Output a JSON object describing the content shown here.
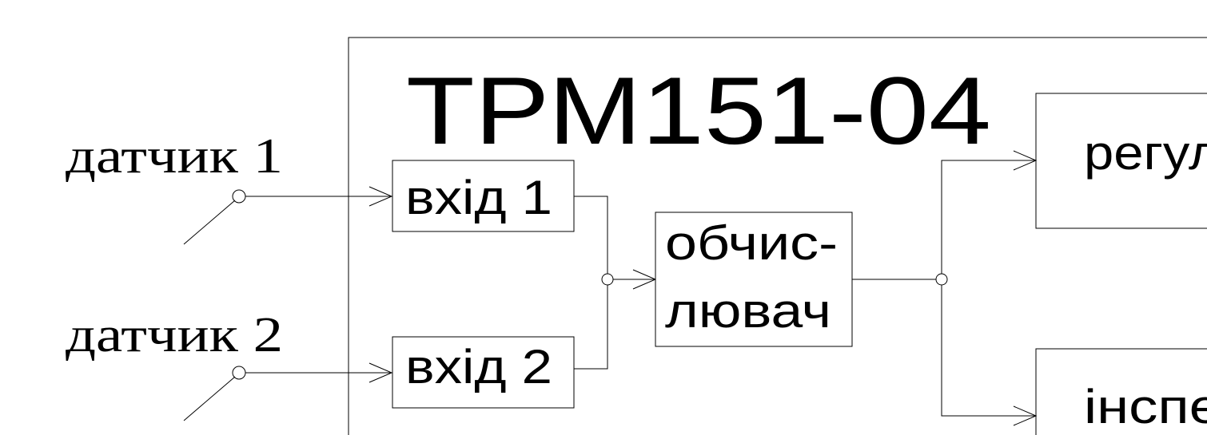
{
  "device": {
    "title": "ТРМ151-04"
  },
  "sensors": [
    {
      "label": "датчик 1"
    },
    {
      "label": "датчик 2"
    }
  ],
  "blocks": {
    "input1": "вхід 1",
    "input2": "вхід 2",
    "calculator_line1": "обчис-",
    "calculator_line2": "лювач",
    "regulator": "регул",
    "inspector": "інспе"
  }
}
